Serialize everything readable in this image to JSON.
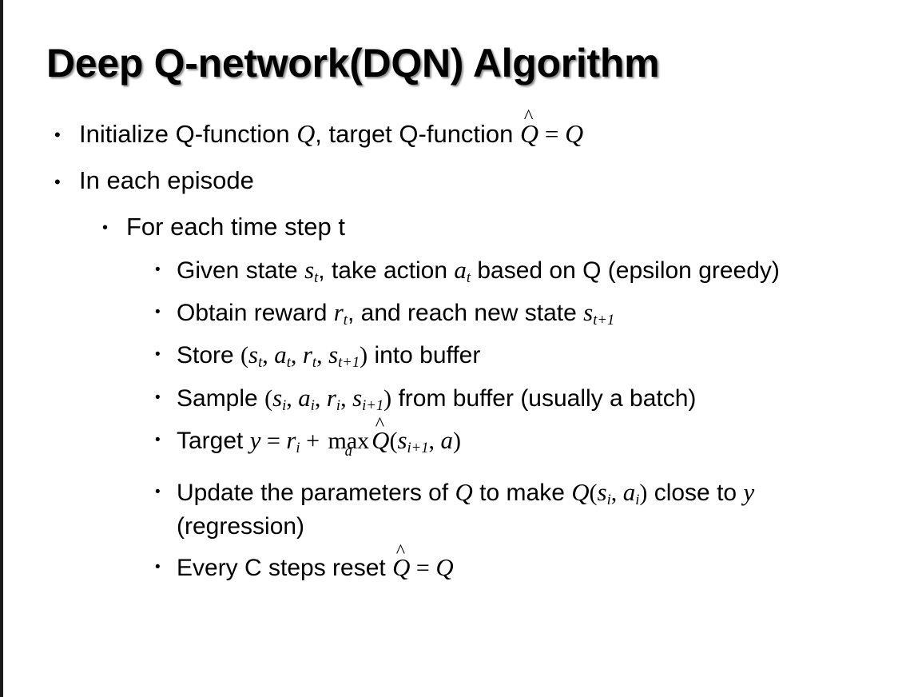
{
  "slide": {
    "title": "Deep Q-network(DQN) Algorithm",
    "background_color": "#ffffff",
    "text_color": "#000000",
    "left_border_color": "#1a1a1a"
  },
  "bullets": {
    "initialize": {
      "prefix": "Initialize Q-function ",
      "q1": "Q",
      "mid": ", target Q-function ",
      "qhat": "Q",
      "hat_accent": "^",
      "equals": " = ",
      "q2": "Q"
    },
    "in_each_episode": "In each episode",
    "for_each_time_step": "For each time step t",
    "given_state": {
      "p1": "Given state ",
      "s": "s",
      "s_sub": "t",
      "p2": ", take action ",
      "a": "a",
      "a_sub": "t",
      "p3": " based on Q (epsilon greedy)"
    },
    "obtain_reward": {
      "p1": "Obtain reward ",
      "r": "r",
      "r_sub": "t",
      "p2": ", and reach new state ",
      "s": "s",
      "s_sub": "t+1"
    },
    "store": {
      "p1": "Store ",
      "open": "(",
      "s": "s",
      "s_sub": "t",
      "c1": ", ",
      "a": "a",
      "a_sub": "t",
      "c2": ", ",
      "r": "r",
      "r_sub": "t",
      "c3": ", ",
      "s2": "s",
      "s2_sub": "t+1",
      "close": ")",
      "p2": " into buffer"
    },
    "sample": {
      "p1": "Sample ",
      "open": "(",
      "s": "s",
      "s_sub": "i",
      "c1": ", ",
      "a": "a",
      "a_sub": "i",
      "c2": ", ",
      "r": "r",
      "r_sub": "i",
      "c3": ", ",
      "s2": "s",
      "s2_sub": "i+1",
      "close": ")",
      "p2": " from buffer (usually a batch)"
    },
    "target": {
      "p1": "Target ",
      "y": "y",
      "eq": " = ",
      "r": "r",
      "r_sub": "i",
      "plus": " + ",
      "max": "max",
      "max_limit": "a",
      "qhat": "Q",
      "hat_accent": "^",
      "open": "(",
      "s": "s",
      "s_sub": "i+1",
      "comma": ", ",
      "a": "a",
      "close": ")"
    },
    "update": {
      "p1": "Update the parameters of ",
      "q1": "Q",
      "p2": " to make ",
      "q2": "Q",
      "open": "(",
      "s": "s",
      "s_sub": "i",
      "comma": ", ",
      "a": "a",
      "a_sub": "i",
      "close": ")",
      "p3": " close to ",
      "y": "y",
      "p4": " (regression)"
    },
    "every_c": {
      "p1": "Every C steps reset ",
      "qhat": "Q",
      "hat_accent": "^",
      "eq": " = ",
      "q": "Q"
    }
  }
}
